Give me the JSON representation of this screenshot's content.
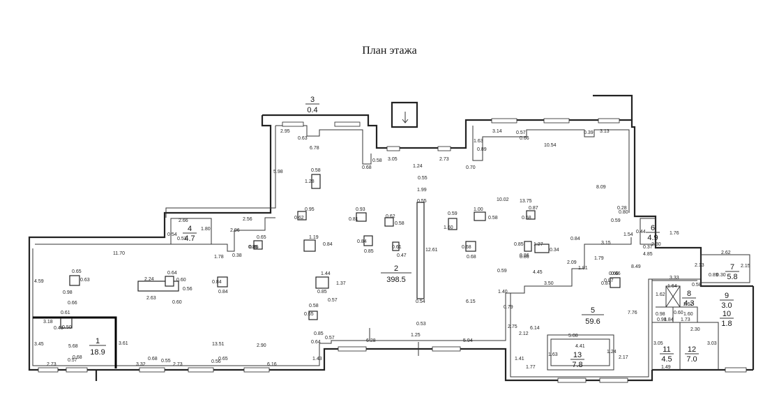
{
  "title": "План этажа",
  "rooms": [
    {
      "number": "1",
      "area": "18.9"
    },
    {
      "number": "2",
      "area": "398.5"
    },
    {
      "number": "3",
      "area": "0.4"
    },
    {
      "number": "4",
      "area": "4.7"
    },
    {
      "number": "5",
      "area": "59.6"
    },
    {
      "number": "6",
      "area": "4.9"
    },
    {
      "number": "7",
      "area": "5.8"
    },
    {
      "number": "8",
      "area": "4.3"
    },
    {
      "number": "9",
      "area": "3.0"
    },
    {
      "number": "10",
      "area": "1.8"
    },
    {
      "number": "11",
      "area": "4.5"
    },
    {
      "number": "12",
      "area": "7.0"
    },
    {
      "number": "13",
      "area": "7.8"
    }
  ],
  "dimensions": [
    "2.95",
    "0.63",
    "6.78",
    "5.98",
    "2.56",
    "2.96",
    "2.66",
    "0.54",
    "0.53",
    "1.80",
    "1.78",
    "0.38",
    "11.70",
    "4.59",
    "0.65",
    "0.98",
    "0.63",
    "0.66",
    "2.24",
    "0.64",
    "0.60",
    "0.56",
    "2.63",
    "0.60",
    "0.84",
    "0.84",
    "1.44",
    "0.85",
    "1.37",
    "0.57",
    "0.58",
    "0.65",
    "0.85",
    "0.57",
    "0.64",
    "1.43",
    "13.51",
    "2.90",
    "3.18",
    "0.61",
    "0.43",
    "0.50",
    "3.45",
    "5.68",
    "3.61",
    "2.73",
    "0.57",
    "0.68",
    "3.32",
    "0.55",
    "0.68",
    "2.73",
    "0.56",
    "0.65",
    "6.16",
    "0.68",
    "0.58",
    "3.05",
    "1.24",
    "2.73",
    "0.70",
    "0.55",
    "1.99",
    "0.55",
    "12.61",
    "0.54",
    "0.53",
    "1.25",
    "6.28",
    "5.94",
    "0.62",
    "0.85",
    "1.28",
    "0.58",
    "0.93",
    "0.81",
    "0.62",
    "0.58",
    "0.84",
    "0.85",
    "0.61",
    "0.47",
    "1.19",
    "0.84",
    "0.85",
    "0.86",
    "3.14",
    "0.57",
    "0.66",
    "10.54",
    "0.66",
    "0.39",
    "3.13",
    "1.63",
    "0.89",
    "10.02",
    "8.09",
    "13.75",
    "0.59",
    "1.00",
    "0.87",
    "0.58",
    "1.60",
    "0.58",
    "0.68",
    "0.68",
    "0.86",
    "1.27",
    "0.85",
    "0.86",
    "0.34",
    "0.80",
    "0.59",
    "0.84",
    "3.15",
    "0.44",
    "0.28",
    "0.98",
    "1.76",
    "1.54",
    "0.37",
    "2.30",
    "4.85",
    "1.79",
    "8.49",
    "6.15",
    "0.59",
    "4.45",
    "2.09",
    "1.81",
    "3.50",
    "1.40",
    "0.79",
    "2.75",
    "2.12",
    "6.14",
    "0.87",
    "0.66",
    "7.76",
    "2.62",
    "2.13",
    "2.15",
    "0.89",
    "0.30",
    "3.33",
    "1.64",
    "0.58",
    "1.62",
    "2.52",
    "0.98",
    "1.60",
    "1.84",
    "1.73",
    "2.30",
    "5.08",
    "4.41",
    "1.24",
    "1.63",
    "2.17",
    "3.05",
    "3.03",
    "1.49",
    "1.41",
    "1.77"
  ],
  "dimension_labels": [
    {
      "text": "2.95"
    },
    {
      "text": "0.63"
    },
    {
      "text": "6.78"
    },
    {
      "text": "5.98"
    },
    {
      "text": "2.56"
    },
    {
      "text": "2.66"
    },
    {
      "text": "11.70"
    },
    {
      "text": "4.59"
    },
    {
      "text": "2.24"
    },
    {
      "text": "2.63"
    },
    {
      "text": "1.44"
    },
    {
      "text": "13.51"
    },
    {
      "text": "2.90"
    },
    {
      "text": "3.18"
    },
    {
      "text": "3.45"
    },
    {
      "text": "5.68"
    },
    {
      "text": "3.61"
    },
    {
      "text": "2.73"
    },
    {
      "text": "3.32"
    },
    {
      "text": "2.73"
    },
    {
      "text": "6.16"
    },
    {
      "text": "3.05"
    },
    {
      "text": "2.73"
    },
    {
      "text": "1.24"
    },
    {
      "text": "1.99"
    },
    {
      "text": "12.61"
    },
    {
      "text": "6.28"
    },
    {
      "text": "5.94"
    },
    {
      "text": "1.19"
    },
    {
      "text": "3.14"
    },
    {
      "text": "10.54"
    },
    {
      "text": "3.13"
    },
    {
      "text": "10.02"
    },
    {
      "text": "8.09"
    },
    {
      "text": "13.75"
    },
    {
      "text": "1.00"
    },
    {
      "text": "1.27"
    },
    {
      "text": "3.15"
    },
    {
      "text": "4.85"
    },
    {
      "text": "1.79"
    },
    {
      "text": "8.49"
    },
    {
      "text": "6.15"
    },
    {
      "text": "4.45"
    },
    {
      "text": "3.50"
    },
    {
      "text": "2.75"
    },
    {
      "text": "6.14"
    },
    {
      "text": "7.76"
    },
    {
      "text": "2.62"
    },
    {
      "text": "2.15"
    },
    {
      "text": "3.33"
    },
    {
      "text": "5.08"
    },
    {
      "text": "4.41"
    },
    {
      "text": "2.30"
    },
    {
      "text": "3.05"
    },
    {
      "text": "3.03"
    },
    {
      "text": "1.49"
    },
    {
      "text": "1.77"
    },
    {
      "text": "0.28"
    },
    {
      "text": "1.76"
    },
    {
      "text": "1.54"
    },
    {
      "text": "0.54"
    },
    {
      "text": "0.53"
    },
    {
      "text": "1.25"
    },
    {
      "text": "0.55"
    },
    {
      "text": "0.70"
    },
    {
      "text": "0.68"
    },
    {
      "text": "0.58"
    },
    {
      "text": "0.89"
    },
    {
      "text": "1.63"
    },
    {
      "text": "0.66"
    },
    {
      "text": "0.57"
    },
    {
      "text": "0.39"
    },
    {
      "text": "0.84"
    },
    {
      "text": "0.80"
    },
    {
      "text": "0.59"
    },
    {
      "text": "0.44"
    },
    {
      "text": "0.37"
    },
    {
      "text": "2.30"
    },
    {
      "text": "2.13"
    },
    {
      "text": "0.89"
    },
    {
      "text": "1.64"
    },
    {
      "text": "1.62"
    },
    {
      "text": "2.52"
    },
    {
      "text": "1.60"
    },
    {
      "text": "1.84"
    },
    {
      "text": "1.73"
    },
    {
      "text": "0.98"
    },
    {
      "text": "2.12"
    },
    {
      "text": "1.41"
    },
    {
      "text": "1.63"
    },
    {
      "text": "2.17"
    },
    {
      "text": "0.87"
    },
    {
      "text": "0.66"
    },
    {
      "text": "1.40"
    },
    {
      "text": "0.79"
    },
    {
      "text": "0.59"
    },
    {
      "text": "2.09"
    },
    {
      "text": "1.81"
    },
    {
      "text": "0.85"
    },
    {
      "text": "0.57"
    },
    {
      "text": "0.64"
    },
    {
      "text": "1.43"
    },
    {
      "text": "0.58"
    },
    {
      "text": "0.65"
    },
    {
      "text": "0.85"
    },
    {
      "text": "1.37"
    },
    {
      "text": "0.57"
    },
    {
      "text": "0.84"
    },
    {
      "text": "0.84"
    },
    {
      "text": "0.64"
    },
    {
      "text": "0.60"
    },
    {
      "text": "0.56"
    },
    {
      "text": "0.60"
    },
    {
      "text": "0.65"
    },
    {
      "text": "0.98"
    },
    {
      "text": "0.63"
    },
    {
      "text": "0.66"
    },
    {
      "text": "0.61"
    },
    {
      "text": "0.43"
    },
    {
      "text": "0.50"
    },
    {
      "text": "0.57"
    },
    {
      "text": "0.68"
    },
    {
      "text": "0.55"
    },
    {
      "text": "0.68"
    },
    {
      "text": "0.56"
    },
    {
      "text": "0.65"
    },
    {
      "text": "0.54"
    },
    {
      "text": "0.53"
    },
    {
      "text": "1.80"
    },
    {
      "text": "1.78"
    },
    {
      "text": "0.38"
    },
    {
      "text": "2.96"
    },
    {
      "text": "0.85"
    },
    {
      "text": "0.65"
    },
    {
      "text": "0.62"
    },
    {
      "text": "0.95"
    },
    {
      "text": "1.28"
    },
    {
      "text": "0.58"
    },
    {
      "text": "0.93"
    },
    {
      "text": "0.81"
    },
    {
      "text": "0.62"
    },
    {
      "text": "0.58"
    },
    {
      "text": "0.84"
    },
    {
      "text": "0.85"
    },
    {
      "text": "0.61"
    },
    {
      "text": "0.47"
    },
    {
      "text": "0.84"
    },
    {
      "text": "0.86"
    },
    {
      "text": "0.59"
    },
    {
      "text": "1.60"
    },
    {
      "text": "0.58"
    },
    {
      "text": "0.87"
    },
    {
      "text": "0.58"
    },
    {
      "text": "0.68"
    },
    {
      "text": "0.68"
    },
    {
      "text": "0.86"
    },
    {
      "text": "0.85"
    },
    {
      "text": "0.86"
    },
    {
      "text": "0.34"
    },
    {
      "text": "0.87"
    },
    {
      "text": "0.66"
    },
    {
      "text": "0.30"
    },
    {
      "text": "0.58"
    },
    {
      "text": "0.98"
    },
    {
      "text": "0.60"
    },
    {
      "text": "1.24"
    },
    {
      "text": "0.55"
    }
  ]
}
